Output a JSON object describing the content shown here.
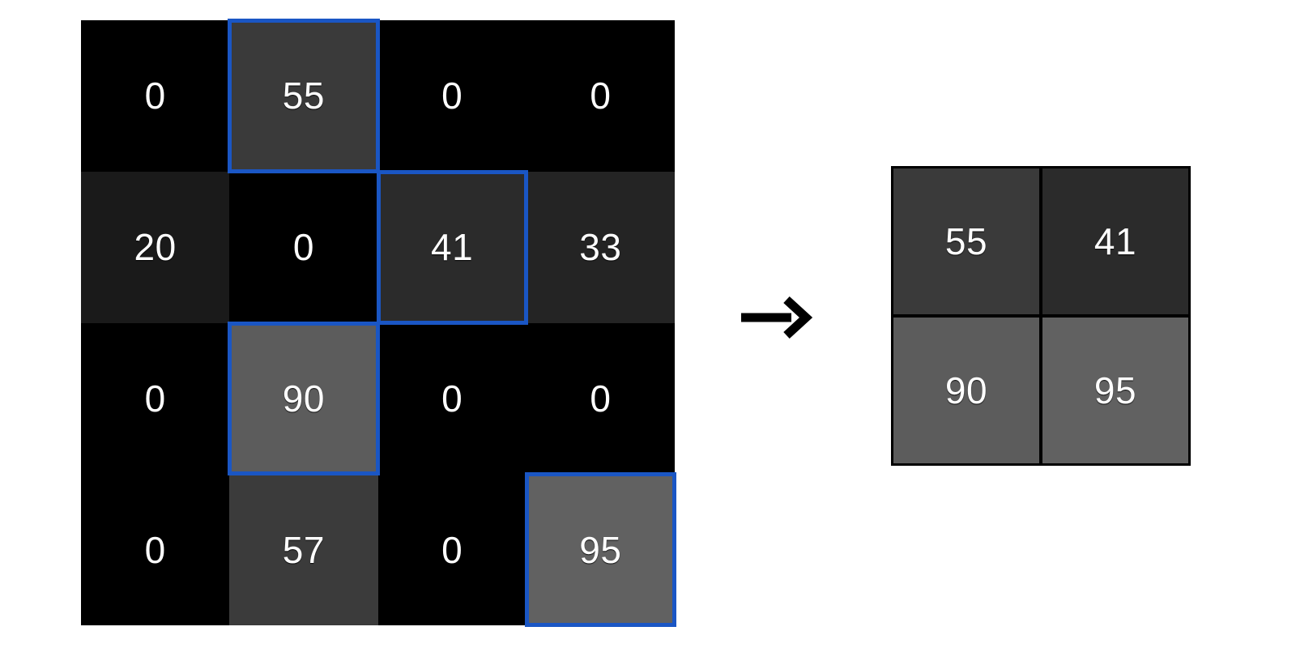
{
  "colors": {
    "background": "#ffffff",
    "accent_highlight": "#1a56c4",
    "matrix_background": "#000000",
    "cell_text": "#ffffff",
    "arrow": "#000000"
  },
  "chart_data": {
    "type": "heatmap",
    "title": "",
    "xlabel": "",
    "ylabel": "",
    "source_matrix": {
      "rows": 4,
      "cols": 4,
      "values": [
        [
          0,
          55,
          0,
          0
        ],
        [
          20,
          0,
          41,
          33
        ],
        [
          0,
          90,
          0,
          0
        ],
        [
          0,
          57,
          0,
          95
        ]
      ],
      "cell_colors": [
        [
          "#000000",
          "#3a3a3a",
          "#000000",
          "#000000"
        ],
        [
          "#1a1a1a",
          "#000000",
          "#2b2b2b",
          "#242424"
        ],
        [
          "#000000",
          "#5c5c5c",
          "#000000",
          "#000000"
        ],
        [
          "#000000",
          "#3b3b3b",
          "#000000",
          "#616161"
        ]
      ],
      "selected_cells": [
        {
          "row": 0,
          "col": 1,
          "value": 55
        },
        {
          "row": 1,
          "col": 2,
          "value": 41
        },
        {
          "row": 2,
          "col": 1,
          "value": 90
        },
        {
          "row": 3,
          "col": 3,
          "value": 95
        }
      ]
    },
    "result_matrix": {
      "rows": 2,
      "cols": 2,
      "values": [
        [
          55,
          41
        ],
        [
          90,
          95
        ]
      ],
      "cell_colors": [
        [
          "#3a3a3a",
          "#2b2b2b"
        ],
        [
          "#5c5c5c",
          "#616161"
        ]
      ]
    },
    "arrow_glyph": "→",
    "colormap": "grayscale",
    "value_range": [
      0,
      95
    ]
  }
}
